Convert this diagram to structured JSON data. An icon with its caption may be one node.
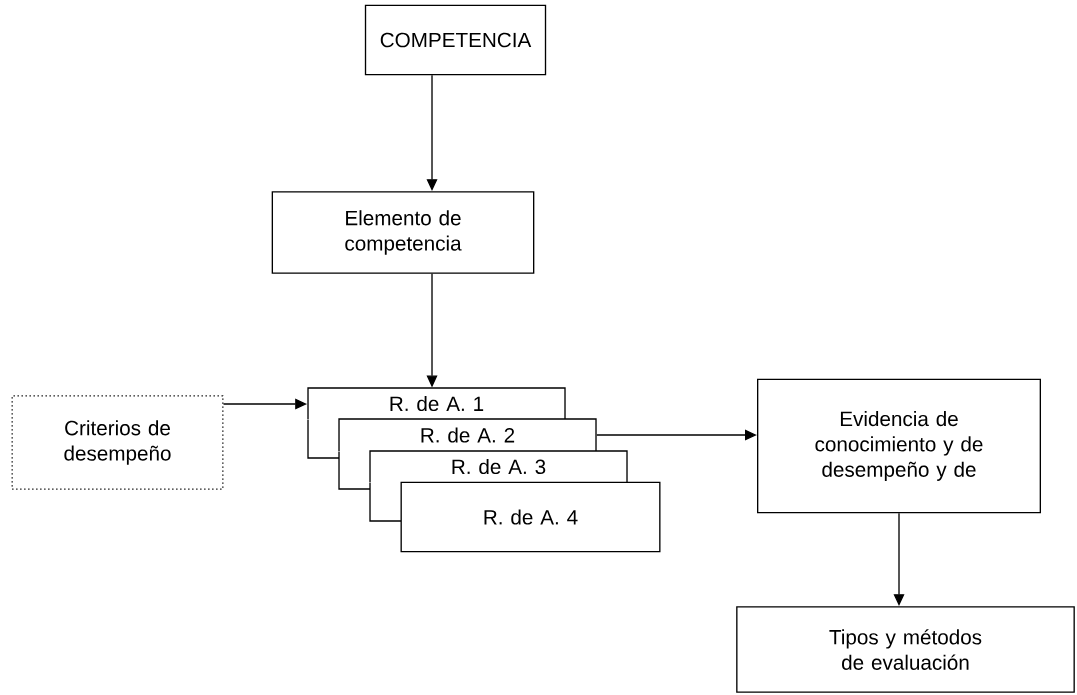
{
  "diagram": {
    "nodes": [
      {
        "text": [
          "COMPETENCIA"
        ]
      },
      {
        "text": [
          "Elemento de competencia"
        ]
      },
      {
        "text": [
          "Criterios de desempeño"
        ]
      },
      {
        "text": [
          "R.  de A. 1"
        ]
      },
      {
        "text": [
          "R.  de A. 2"
        ]
      },
      {
        "text": [
          "R.  de A. 3"
        ]
      },
      {
        "text": [
          "R.  de A. 4"
        ]
      },
      {
        "text": [
          "Evidencia de conocimiento y de desempeño y de"
        ]
      },
      {
        "text": [
          "Tipos y métodos de evaluación"
        ]
      }
    ],
    "edges": [
      {
        "from": 0,
        "to": 1,
        "arrow": "to"
      },
      {
        "from": 1,
        "to": 3,
        "arrow": "to"
      },
      {
        "from": 2,
        "to": 3,
        "arrow": "to"
      },
      {
        "from": 4,
        "to": 7,
        "arrow": "to"
      },
      {
        "from": 7,
        "to": 8,
        "arrow": "to"
      }
    ]
  }
}
